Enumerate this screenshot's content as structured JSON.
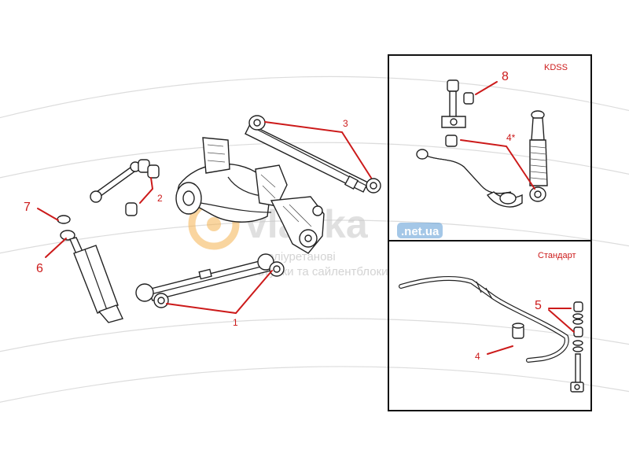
{
  "colors": {
    "callout": "#cc1a1a",
    "line": "#222222",
    "watermark_orange": "#f5b351",
    "watermark_gray": "#c8c8c8",
    "watermark_blue": "#5b9bd5",
    "background_arcs": "#d9d9d9"
  },
  "callouts": {
    "c1": "1",
    "c2": "2",
    "c3": "3",
    "c4_kdss": "4*",
    "c4_std": "4",
    "c5": "5",
    "c6": "6",
    "c7": "7",
    "c8": "8"
  },
  "panels": {
    "kdss": {
      "label": "KDSS"
    },
    "standard": {
      "label": "Стандарт"
    }
  },
  "watermark": {
    "brand": "vladka",
    "domain": ".net.ua",
    "line1": "поліуретанові",
    "line2": "втулки та сайлентблоки"
  }
}
